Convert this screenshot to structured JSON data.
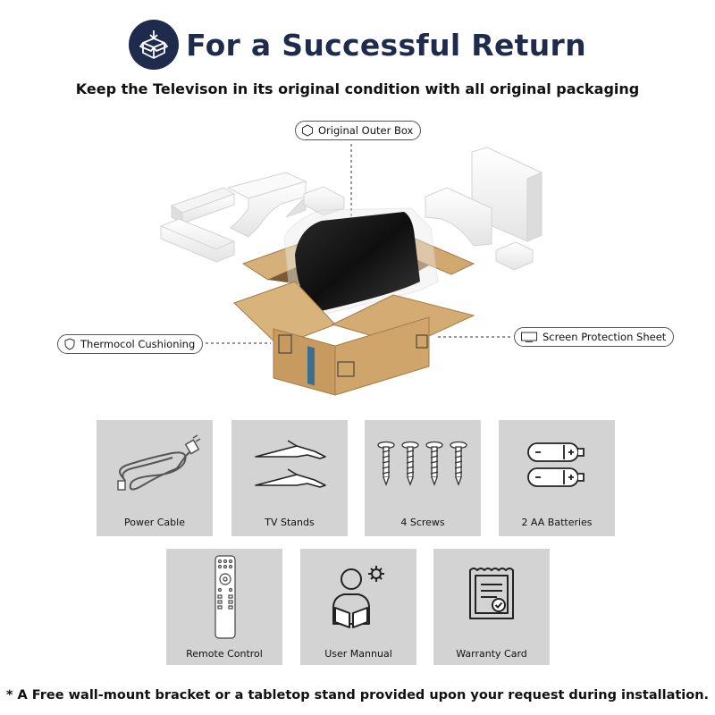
{
  "header": {
    "title": "For a Successful Return",
    "subtitle": "Keep the Televison in its original condition with all original packaging"
  },
  "callouts": {
    "outer_box": "Original Outer Box",
    "thermocol": "Thermocol Cushioning",
    "screen_sheet": "Screen Protection Sheet"
  },
  "accessories": [
    {
      "label": "Power Cable",
      "icon": "power-cable-icon"
    },
    {
      "label": "TV Stands",
      "icon": "tv-stands-icon"
    },
    {
      "label": "4 Screws",
      "icon": "screws-icon"
    },
    {
      "label": "2 AA Batteries",
      "icon": "batteries-icon"
    },
    {
      "label": "Remote Control",
      "icon": "remote-control-icon"
    },
    {
      "label": "User Mannual",
      "icon": "user-manual-icon"
    },
    {
      "label": "Warranty Card",
      "icon": "warranty-card-icon"
    }
  ],
  "footnote": "* A Free wall-mount bracket or a tabletop stand provided upon your request during installation.",
  "colors": {
    "brand_navy": "#1f2b4d",
    "tile_gray": "#d3d3d3",
    "cardboard": "#c9a574"
  }
}
